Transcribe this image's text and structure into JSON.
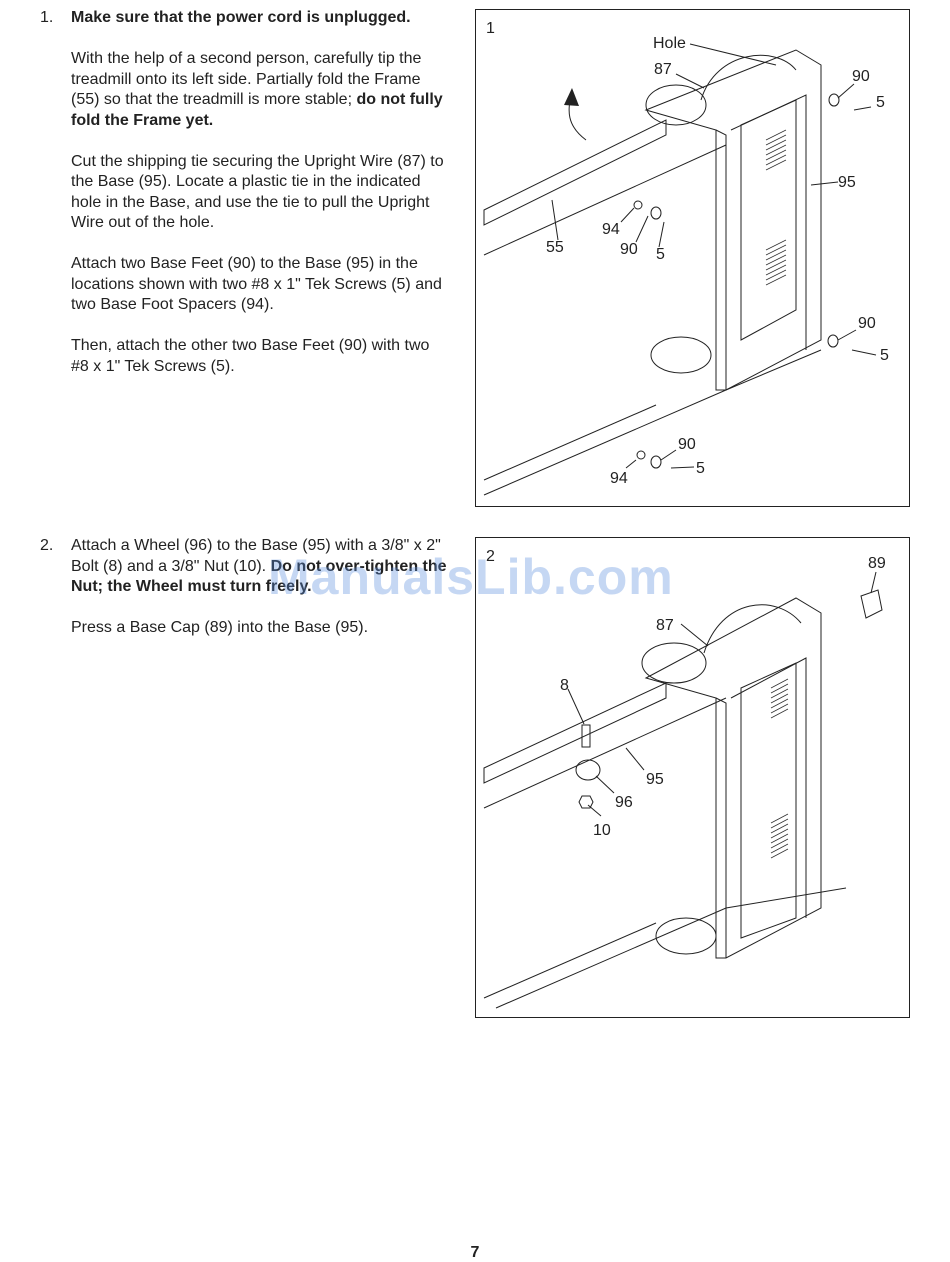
{
  "steps": [
    {
      "number": "1.",
      "bold_lead": "Make sure that the power cord is unplugged.",
      "p1_text": "With the help of a second person, carefully tip the treadmill onto its left side. Partially fold the Frame (55) so that the treadmill is more stable; ",
      "p1_bold": "do not fully fold the Frame yet.",
      "p2": "Cut the shipping tie securing the Upright Wire (87) to the Base (95). Locate a plastic tie in the indicated hole in the Base, and use the tie to pull the Upright Wire out of the hole.",
      "p3": "Attach two Base Feet (90) to the Base (95) in the locations shown with two #8 x 1\" Tek Screws (5) and two Base Foot Spacers (94).",
      "p4": "Then, attach the other two Base Feet (90) with two #8 x 1\" Tek Screws (5)."
    },
    {
      "number": "2.",
      "p1_text": "Attach a Wheel (96) to the Base (95) with a 3/8\" x 2\" Bolt (8) and a 3/8\" Nut (10). ",
      "p1_bold": "Do not over-tighten the Nut; the Wheel must turn freely.",
      "p2": "Press a Base Cap (89) into the Base (95)."
    }
  ],
  "figure1": {
    "number": "1",
    "callouts": [
      "Hole",
      "87",
      "90",
      "5",
      "95",
      "55",
      "94",
      "90",
      "5",
      "90",
      "5",
      "90",
      "94",
      "5"
    ]
  },
  "figure2": {
    "number": "2",
    "callouts": [
      "89",
      "87",
      "8",
      "95",
      "96",
      "10"
    ]
  },
  "watermark": "ManualsLib.com",
  "page_number": "7"
}
